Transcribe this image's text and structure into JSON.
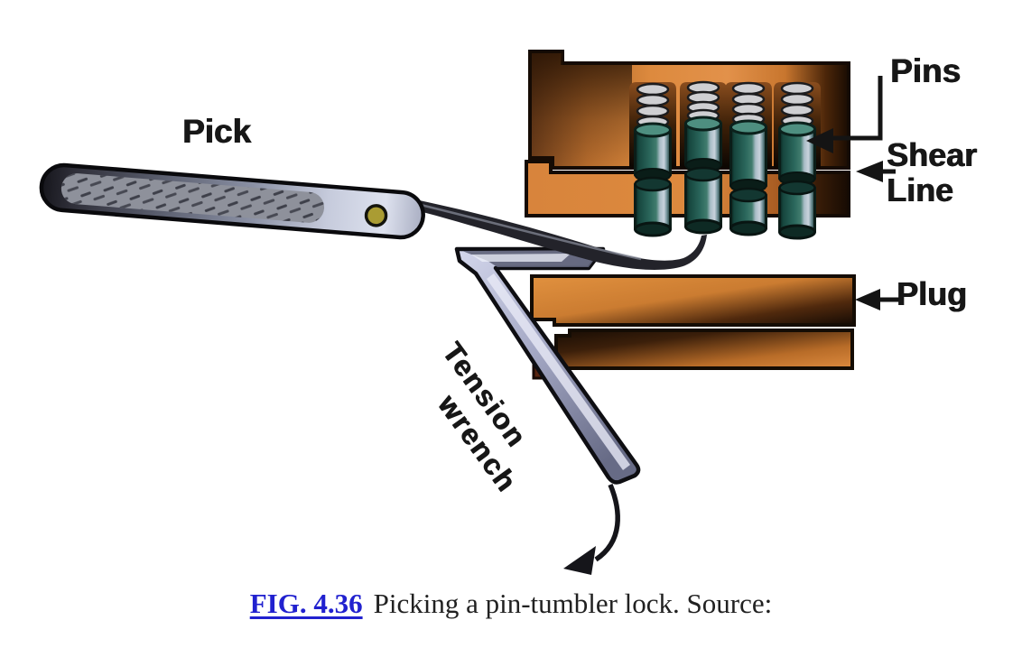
{
  "figure": {
    "kind": "lock-picking diagram",
    "labels": {
      "pick": "Pick",
      "pins": "Pins",
      "shear_1": "Shear",
      "shear_2": "Line",
      "plug": "Plug",
      "tension_1": "Tension",
      "tension_2": "wrench"
    },
    "caption": {
      "fig_ref": "FIG. 4.36",
      "text": "Picking a pin-tumbler lock. Source:"
    },
    "colors": {
      "brass_orange": "#dd8a3e",
      "brass_dark": "#1a0c03",
      "pin_teal": "#2b675c",
      "pin_highlight": "#c9d3dd",
      "metal_light": "#d4d7ec",
      "metal_dark": "#676b86",
      "link_blue": "#2121cf",
      "label_black": "#171717"
    }
  }
}
